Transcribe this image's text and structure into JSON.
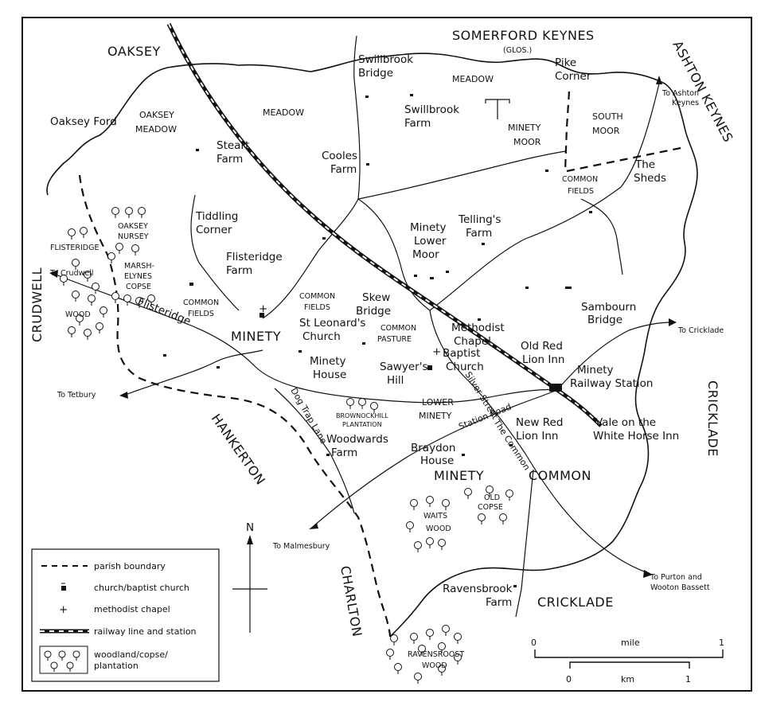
{
  "neighbours": {
    "somerford": "SOMERFORD KEYNES",
    "somerford_sub": "(GLOS.)",
    "oaksey": "OAKSEY",
    "ashton": "ASHTON KEYNES",
    "crudwell": "CRUDWELL",
    "hankerton": "HANKERTON",
    "charlton": "CHARLTON",
    "cricklade_east": "CRICKLADE",
    "cricklade_south": "CRICKLADE"
  },
  "places": {
    "swillbrook_bridge": [
      "Swillbrook",
      "Bridge"
    ],
    "pike_corner": [
      "Pike",
      "Corner"
    ],
    "meadow_n": "MEADOW",
    "meadow_c": "MEADOW",
    "oaksey_ford": "Oaksey Ford",
    "oaksey_meadow": [
      "OAKSEY",
      "MEADOW"
    ],
    "swillbrook_farm": [
      "Swillbrook",
      "Farm"
    ],
    "minety_moor": [
      "MINETY",
      "MOOR"
    ],
    "south_moor": [
      "SOUTH",
      "MOOR"
    ],
    "steart_farm": [
      "Steart",
      "Farm"
    ],
    "cooles_farm": [
      "Cooles",
      "Farm"
    ],
    "common_fields_ne": [
      "COMMON",
      "FIELDS"
    ],
    "the_sheds": [
      "The",
      "Sheds"
    ],
    "tiddling_corner": [
      "Tiddling",
      "Corner"
    ],
    "tellings_farm": [
      "Telling's",
      "Farm"
    ],
    "oaksey_nursey": [
      "OAKSEY",
      "NURSEY"
    ],
    "flisteridge_wood": "FLISTERIDGE",
    "minety_lower_moor": [
      "Minety",
      "Lower",
      "Moor"
    ],
    "flisteridge_farm": [
      "Flisteridge",
      "Farm"
    ],
    "marsh_elynes": [
      "MARSH-",
      "ELYNES",
      "COPSE"
    ],
    "common_fields_c": [
      "COMMON",
      "FIELDS"
    ],
    "common_fields_w": [
      "COMMON",
      "FIELDS"
    ],
    "skew_bridge": [
      "Skew",
      "Bridge"
    ],
    "wood_w": "WOOD",
    "flisteridge_road": "Flisteridge",
    "st_leonards": [
      "St Leonard's",
      "Church"
    ],
    "methodist": [
      "Methodist",
      "Chapel"
    ],
    "sambourn": [
      "Sambourn",
      "Bridge"
    ],
    "minety": "MINETY",
    "common_pasture": [
      "COMMON",
      "PASTURE"
    ],
    "baptist": [
      "Baptist",
      "Church"
    ],
    "old_red_lion": [
      "Old Red",
      "Lion Inn"
    ],
    "minety_house": [
      "Minety",
      "House"
    ],
    "sawyers_hill": [
      "Sawyer's",
      "Hill"
    ],
    "silver_street": "Silver Street",
    "minety_station": [
      "Minety",
      "Railway Station"
    ],
    "lower_minety": [
      "LOWER",
      "MINETY"
    ],
    "brownockhill": [
      "BROWNOCKHILL",
      "PLANTATION"
    ],
    "station_road": "Station Road",
    "vale_inn": [
      "Vale on the",
      "White Horse Inn"
    ],
    "new_red_lion": [
      "New Red",
      "Lion Inn"
    ],
    "dog_trap_lane": "Dog Trap Lane",
    "woodwards": [
      "Woodwards",
      "Farm"
    ],
    "the_common": "The Common",
    "braydon": [
      "Braydon",
      "House"
    ],
    "minety_common": "MINETY          COMMON",
    "old_copse": [
      "OLD",
      "COPSE"
    ],
    "waits_wood": [
      "WAITS",
      "WOOD"
    ],
    "ravensbrook": [
      "Ravensbrook",
      "Farm"
    ],
    "ravensroost": [
      "RAVENSROOST",
      "WOOD"
    ]
  },
  "destinations": {
    "ashton": [
      "To Ashton",
      "Keynes"
    ],
    "crudwell": "To Crudwell",
    "cricklade": "To Cricklade",
    "tetbury": "To Tetbury",
    "malmesbury": "To Malmesbury",
    "purton": [
      "To Purton and",
      "Wooton Bassett"
    ]
  },
  "compass": {
    "north": "N"
  },
  "legend": {
    "parish_boundary": "parish boundary",
    "church": "church/baptist church",
    "methodist": "methodist chapel",
    "railway": "railway line and station",
    "woodland": [
      "woodland/copse/",
      "plantation"
    ]
  },
  "scale": {
    "mile_label": "mile",
    "mile_start": "0",
    "mile_end": "1",
    "km_label": "km",
    "km_start": "0",
    "km_end": "1"
  }
}
